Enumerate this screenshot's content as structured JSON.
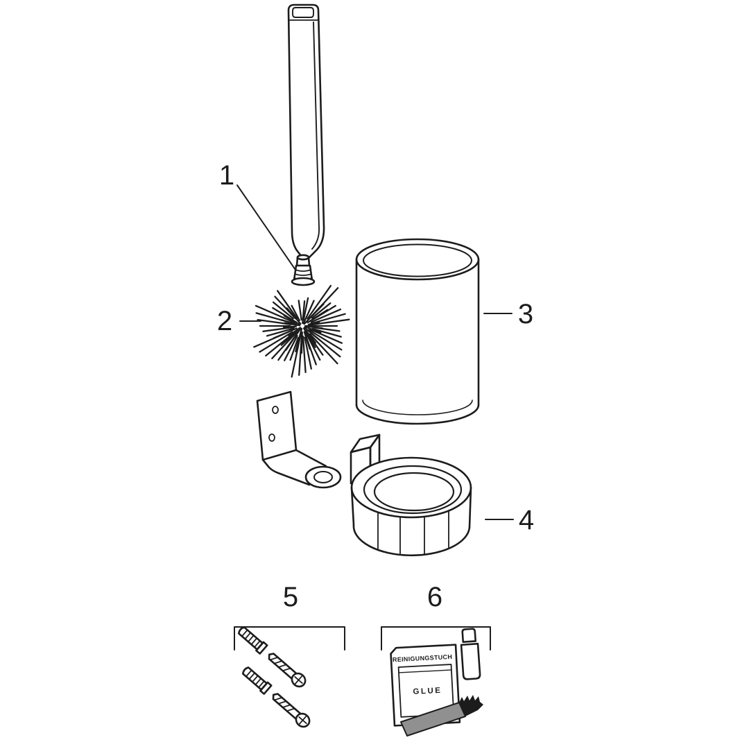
{
  "diagram": {
    "background": "#ffffff",
    "line_color": "#1c1c1c",
    "applicator_fill": "#909090",
    "part_labels": {
      "p1": "1",
      "p2": "2",
      "p3": "3",
      "p4": "4",
      "p5": "5",
      "p6": "6"
    },
    "package": {
      "header": "REINIGUNGSTUCH",
      "glue": "GLUE"
    }
  }
}
